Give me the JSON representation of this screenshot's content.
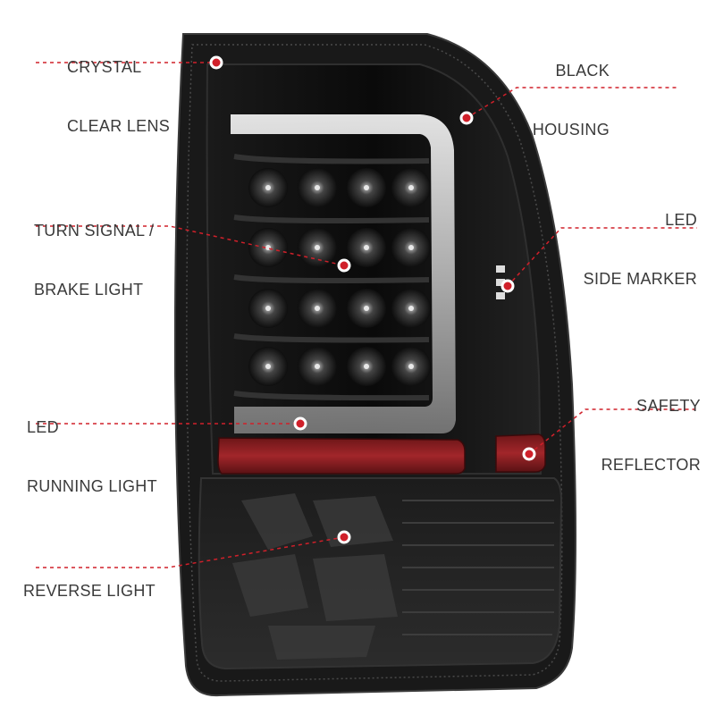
{
  "colors": {
    "accent": "#d0202a",
    "text": "#3a3a3a",
    "housing": "#111111",
    "reflector": "#8a1a1c"
  },
  "callouts": [
    {
      "id": "crystal-clear-lens",
      "lines": [
        "CRYSTAL",
        "CLEAR LENS"
      ]
    },
    {
      "id": "black-housing",
      "lines": [
        "BLACK",
        "HOUSING"
      ]
    },
    {
      "id": "turn-signal-brake-light",
      "lines": [
        "TURN SIGNAL /",
        "BRAKE LIGHT"
      ]
    },
    {
      "id": "led-side-marker",
      "lines": [
        "LED",
        "SIDE MARKER"
      ]
    },
    {
      "id": "led-running-light",
      "lines": [
        "LED",
        "RUNNING LIGHT"
      ]
    },
    {
      "id": "safety-reflector",
      "lines": [
        "SAFETY",
        "REFLECTOR"
      ]
    },
    {
      "id": "reverse-light",
      "lines": [
        "REVERSE LIGHT"
      ]
    }
  ]
}
